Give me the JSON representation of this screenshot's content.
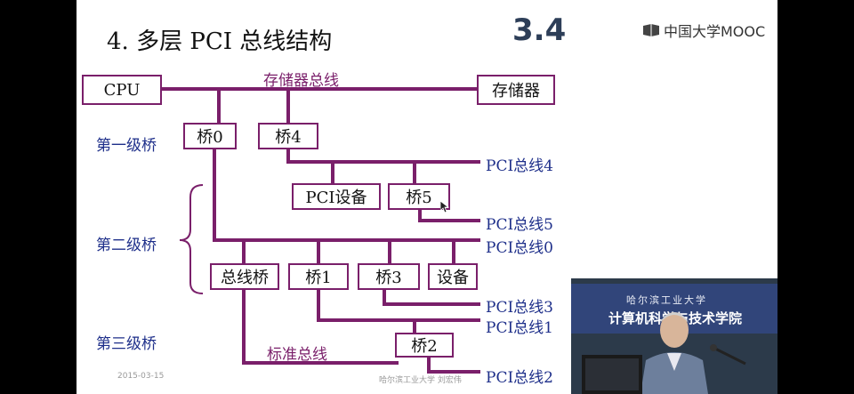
{
  "slide": {
    "title": "4. 多层 PCI 总线结构",
    "section_number": "3.4",
    "footer_date": "2015-03-15",
    "footer_center": "哈尔滨工业大学 刘宏伟"
  },
  "brand": {
    "logo_text": "中国大学MOOC"
  },
  "diagram": {
    "boxes": {
      "cpu": "CPU",
      "memory": "存储器",
      "bridge0": "桥0",
      "bridge4": "桥4",
      "pci_device": "PCI设备",
      "bridge5": "桥5",
      "bus_bridge": "总线桥",
      "bridge1": "桥1",
      "bridge3": "桥3",
      "device": "设备",
      "bridge2": "桥2"
    },
    "labels": {
      "memory_bus": "存储器总线",
      "level1": "第一级桥",
      "level2": "第二级桥",
      "level3": "第三级桥",
      "pci_bus4": "PCI总线4",
      "pci_bus5": "PCI总线5",
      "pci_bus0": "PCI总线0",
      "pci_bus3": "PCI总线3",
      "pci_bus1": "PCI总线1",
      "pci_bus2": "PCI总线2",
      "standard_bus": "标准总线"
    },
    "colors": {
      "bus_line": "#7a1f6a",
      "label_blue": "#1e2f8a"
    }
  },
  "video": {
    "banner_line1": "哈尔滨工业大学",
    "banner_line2": "计算机科学与技术学院"
  }
}
